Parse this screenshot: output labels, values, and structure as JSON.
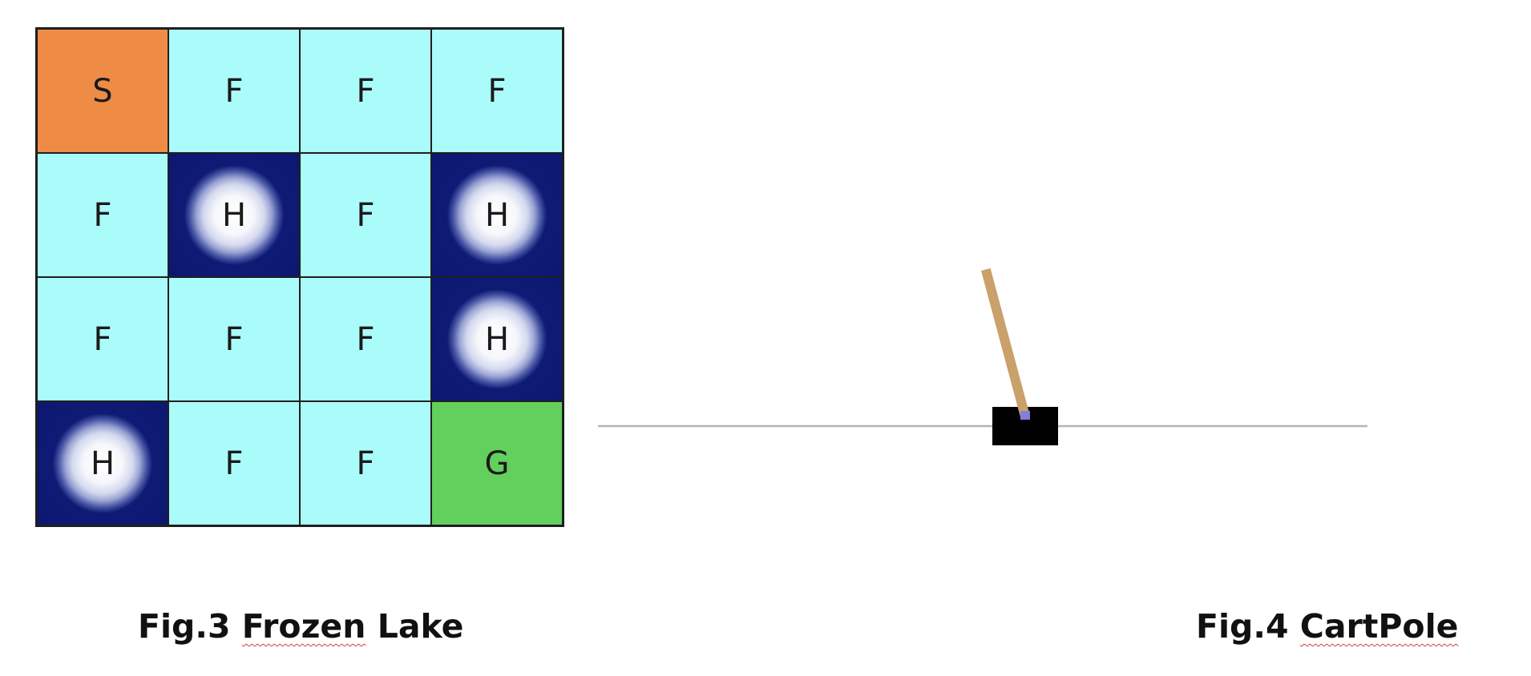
{
  "frozen_lake": {
    "rows": [
      [
        {
          "label": "S",
          "type": "start"
        },
        {
          "label": "F",
          "type": "frozen"
        },
        {
          "label": "F",
          "type": "frozen"
        },
        {
          "label": "F",
          "type": "frozen"
        }
      ],
      [
        {
          "label": "F",
          "type": "frozen"
        },
        {
          "label": "H",
          "type": "hole"
        },
        {
          "label": "F",
          "type": "frozen"
        },
        {
          "label": "H",
          "type": "hole"
        }
      ],
      [
        {
          "label": "F",
          "type": "frozen"
        },
        {
          "label": "F",
          "type": "frozen"
        },
        {
          "label": "F",
          "type": "frozen"
        },
        {
          "label": "H",
          "type": "hole"
        }
      ],
      [
        {
          "label": "H",
          "type": "hole"
        },
        {
          "label": "F",
          "type": "frozen"
        },
        {
          "label": "F",
          "type": "frozen"
        },
        {
          "label": "G",
          "type": "goal"
        }
      ]
    ],
    "colors": {
      "start": "#ee8c45",
      "frozen": "#aafcfa",
      "hole": "#0c1870",
      "goal": "#63cf5d"
    }
  },
  "cartpole": {
    "pole_angle_deg": -15,
    "colors": {
      "cart": "#000000",
      "pole": "#caa06b",
      "axle": "#8080d8",
      "track": "#b5b5b5"
    }
  },
  "captions": {
    "fig3_prefix": "Fig.3 ",
    "fig3_word1": "Frozen",
    "fig3_suffix": " Lake",
    "fig4_prefix": "Fig.4 ",
    "fig4_word1": "CartPole"
  }
}
